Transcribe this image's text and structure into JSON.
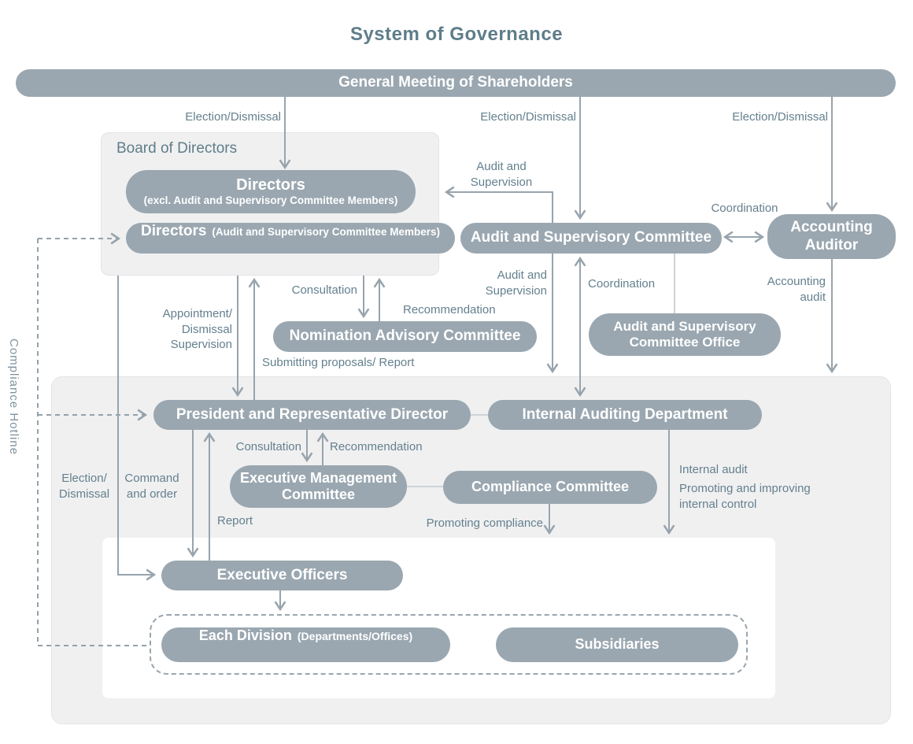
{
  "title": "System of Governance",
  "colors": {
    "pill_fill": "#9aa7b0",
    "pill_text": "#ffffff",
    "panel_fill": "#f0f0f1",
    "inner_box_fill": "#ffffff",
    "label_text": "#64808e",
    "title_text": "#5f7d8a",
    "line": "#98a4ad",
    "dashed_line": "#93a2ac"
  },
  "nodes": {
    "shareholders": "General Meeting of Shareholders",
    "board_of_directors_label": "Board of Directors",
    "directors_excl": {
      "title": "Directors",
      "subtitle": "(excl. Audit and Supervisory Committee Members)"
    },
    "directors_asc": {
      "title": "Directors",
      "subtitle": "(Audit and Supervisory Committee Members)"
    },
    "audit_supervisory_committee": "Audit and Supervisory Committee",
    "accounting_auditor": "Accounting\nAuditor",
    "nomination_advisory_committee": "Nomination Advisory Committee",
    "audit_supervisory_committee_office": "Audit and Supervisory\nCommittee Office",
    "president": "President and Representative Director",
    "internal_auditing_department": "Internal Auditing Department",
    "executive_management_committee": "Executive Management\nCommittee",
    "compliance_committee": "Compliance Committee",
    "executive_officers": "Executive Officers",
    "each_division": {
      "title": "Each Division",
      "subtitle": "(Departments/Offices)"
    },
    "subsidiaries": "Subsidiaries"
  },
  "labels": {
    "election_dismissal_left": "Election/Dismissal",
    "election_dismissal_center": "Election/Dismissal",
    "election_dismissal_right": "Election/Dismissal",
    "audit_and_supervision_upper": "Audit and\nSupervision",
    "coordination_upper": "Coordination",
    "appointment_dismissal_supervision": "Appointment/\nDismissal\nSupervision",
    "consultation_board": "Consultation",
    "recommendation_board": "Recommendation",
    "submitting_proposals_report": "Submitting proposals/ Report",
    "audit_and_supervision_lower": "Audit and\nSupervision",
    "coordination_lower": "Coordination",
    "accounting_audit": "Accounting\naudit",
    "election_dismissal_lower": "Election/\nDismissal",
    "command_and_order": "Command\nand order",
    "report": "Report",
    "consultation_president": "Consultation",
    "recommendation_president": "Recommendation",
    "promoting_compliance": "Promoting compliance",
    "internal_audit": "Internal audit",
    "promoting_improving_internal_control": "Promoting and improving\ninternal control",
    "compliance_hotline": "Compliance Hotline"
  }
}
